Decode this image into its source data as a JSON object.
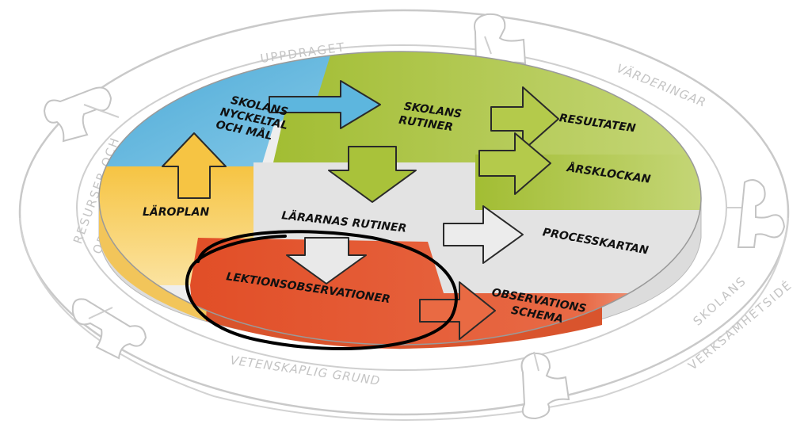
{
  "outer_ring": {
    "top": "UPPDRAGET",
    "top_right": "VÄRDERINGAR",
    "left_line1": "RESURSER OCH",
    "left_line2": "ORGANISATION",
    "right_line1": "SKOLANS",
    "right_line2": "VERKSAMHETSIDÉ",
    "bottom": "VETENSKAPLIG GRUND"
  },
  "segments": {
    "nyckeltal_line1": "SKOLANS",
    "nyckeltal_line2": "NYCKELTAL",
    "nyckeltal_line3": "OCH MÅL",
    "laroplan": "LÄROPLAN",
    "rutiner_line1": "SKOLANS",
    "rutiner_line2": "RUTINER",
    "resultaten": "RESULTATEN",
    "arsklockan": "ÅRSKLOCKAN",
    "lararnas": "LÄRARNAS RUTINER",
    "processkartan": "PROCESSKARTAN",
    "lektion": "LEKTIONSOBSERVATIONER",
    "observations_line1": "OBSERVATIONS",
    "observations_line2": "SCHEMA"
  },
  "colors": {
    "blue": "#5fb7de",
    "yellow": "#f4c24a",
    "green": "#a9c23a",
    "gray": "#e6e6e6",
    "red": "#e2512b",
    "outline": "#111111"
  }
}
